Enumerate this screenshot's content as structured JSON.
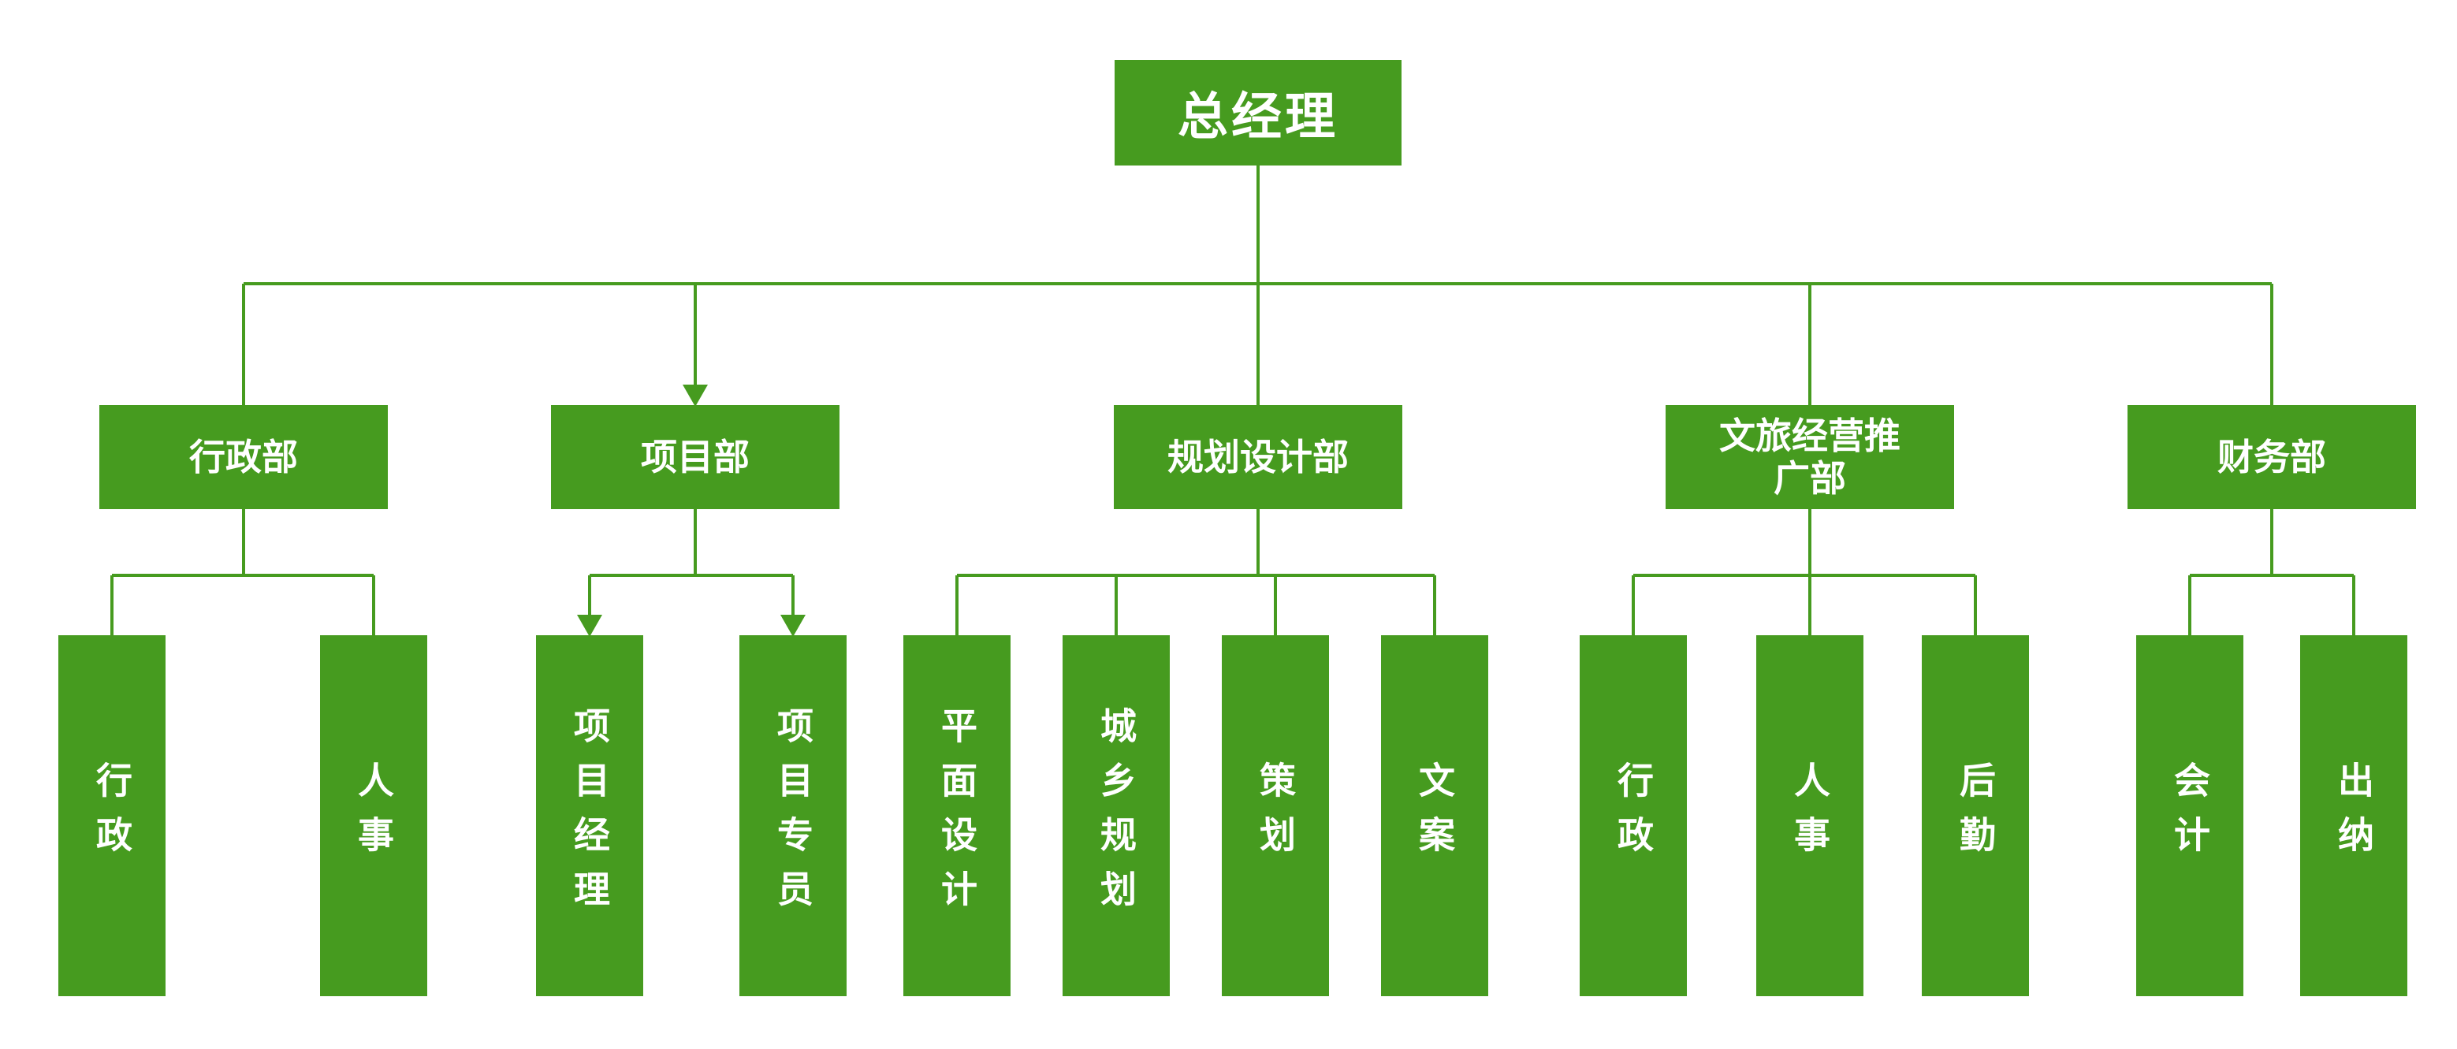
{
  "colors": {
    "node_green": "#469B1F",
    "text_white": "#FFFFFF",
    "background": "#FFFFFF"
  },
  "org": {
    "root": {
      "label": "总经理"
    },
    "departments": [
      {
        "label": "行政部",
        "children": [
          {
            "label": "行政"
          },
          {
            "label": "人事"
          }
        ]
      },
      {
        "label": "项目部",
        "children": [
          {
            "label": "项目经理"
          },
          {
            "label": "项目专员"
          }
        ]
      },
      {
        "label": "规划设计部",
        "children": [
          {
            "label": "平面设计"
          },
          {
            "label": "城乡规划"
          },
          {
            "label": "策划"
          },
          {
            "label": "文案"
          }
        ]
      },
      {
        "label": "文旅经营推广部",
        "children": [
          {
            "label": "行政"
          },
          {
            "label": "人事"
          },
          {
            "label": "后勤"
          }
        ]
      },
      {
        "label": "财务部",
        "children": [
          {
            "label": "会计"
          },
          {
            "label": "出纳"
          }
        ]
      }
    ]
  }
}
